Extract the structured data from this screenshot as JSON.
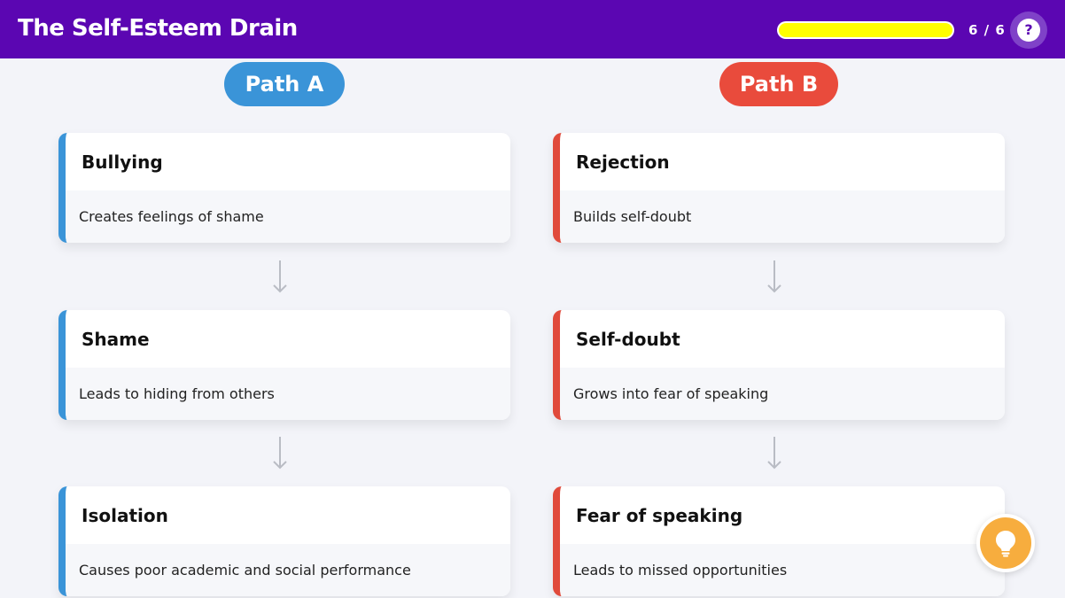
{
  "header": {
    "title": "The Self-Esteem Drain",
    "progress": 1.0,
    "counter": "6 / 6",
    "help_icon": "help-icon",
    "help_glyph": "?"
  },
  "paths": {
    "a": {
      "label": "Path A",
      "color": "#3a94d8",
      "steps": [
        {
          "title": "Bullying",
          "desc": "Creates feelings of shame"
        },
        {
          "title": "Shame",
          "desc": "Leads to hiding from others"
        },
        {
          "title": "Isolation",
          "desc": "Causes poor academic and social performance"
        }
      ]
    },
    "b": {
      "label": "Path B",
      "color": "#e94b3c",
      "steps": [
        {
          "title": "Rejection",
          "desc": "Builds self-doubt"
        },
        {
          "title": "Self-doubt",
          "desc": "Grows into fear of speaking"
        },
        {
          "title": "Fear of speaking",
          "desc": "Leads to missed opportunities"
        }
      ]
    }
  },
  "tip_button": {
    "icon": "lightbulb-icon"
  },
  "colors": {
    "header_bg": "#5b06b2",
    "progress_fill": "#ffff00",
    "tip_orange": "#f7ad3e"
  }
}
